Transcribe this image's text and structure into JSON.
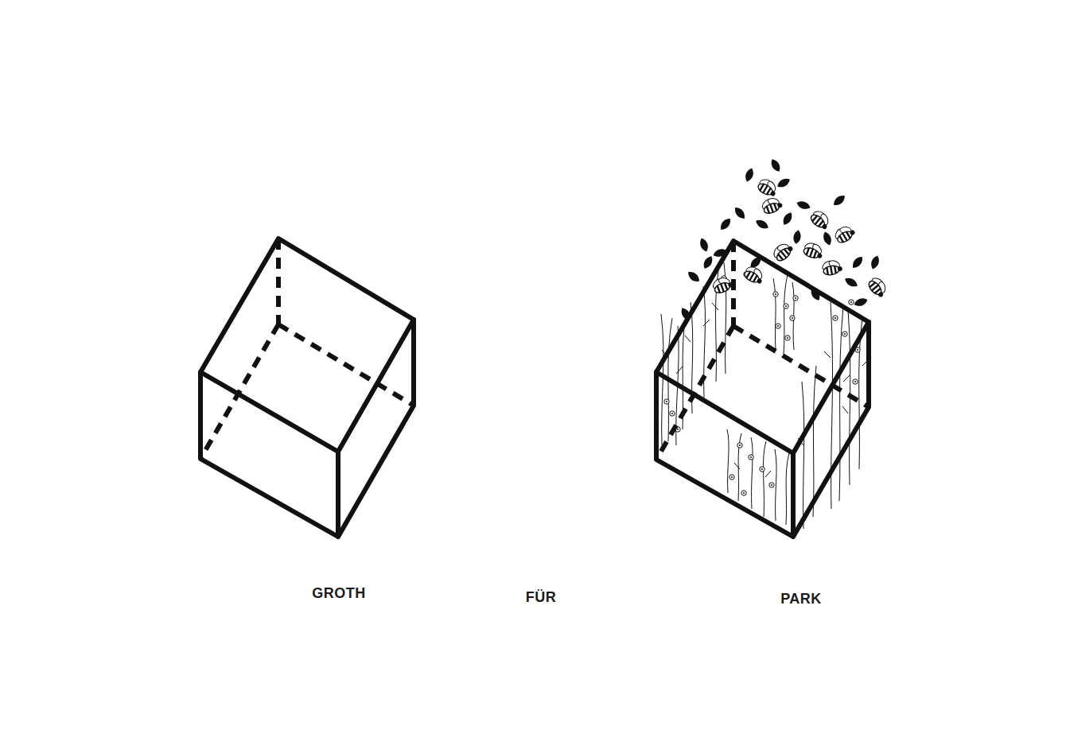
{
  "diagram": {
    "labels": [
      "GROTH",
      "FÜR",
      "PARK"
    ]
  }
}
